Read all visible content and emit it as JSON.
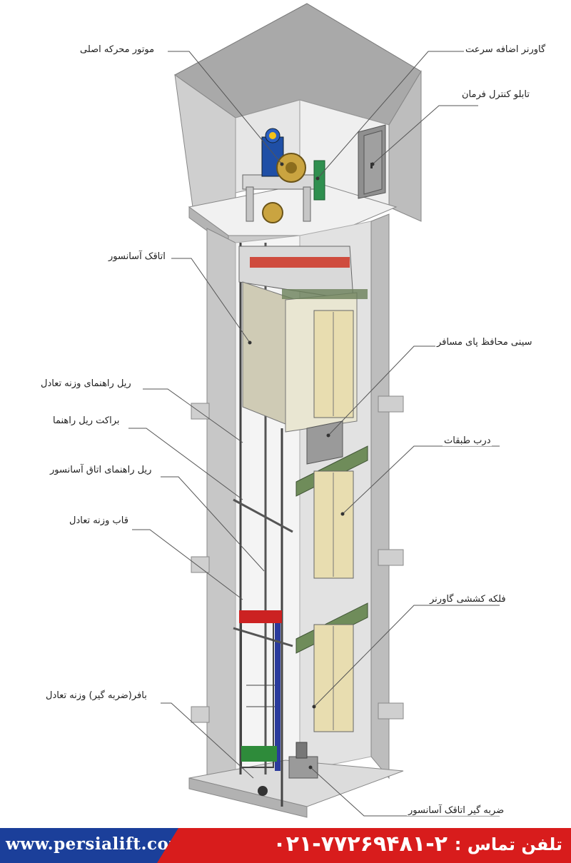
{
  "labels": {
    "main_motor": "موتور محرکه اصلی",
    "overspeed_governor": "گاورنر اضافه سرعت",
    "control_panel": "تابلو کنترل فرمان",
    "elevator_cabin": "اتاقک آسانسور",
    "toe_guard": "سینی محافظ پای مسافر",
    "counterweight_guide_rail": "ریل راهنمای وزنه تعادل",
    "rail_bracket": "براکت ریل راهنما",
    "cabin_guide_rail": "ریل راهنمای اتاق آسانسور",
    "landing_door": "درب طبقات",
    "counterweight_frame": "قاب وزنه تعادل",
    "governor_tension_pulley": "فلکه کششی گاورنر",
    "counterweight_buffer": "بافر(ضربه گیر) وزنه تعادل",
    "cabin_buffer": "ضربه گیر اتاقک آسانسور"
  },
  "footer": {
    "website": "www.persialift.com",
    "phone_label": "تلفن تماس :",
    "phone": "۰۲۱-۷۷۲۶۹۴۸۱-۲"
  },
  "colors": {
    "footer_red": "#d81c1c",
    "footer_blue": "#1b3f9a",
    "counterweight_rail": "#2a3a9c",
    "buffer_green": "#2e8b3a",
    "beam_red": "#cc2222"
  }
}
